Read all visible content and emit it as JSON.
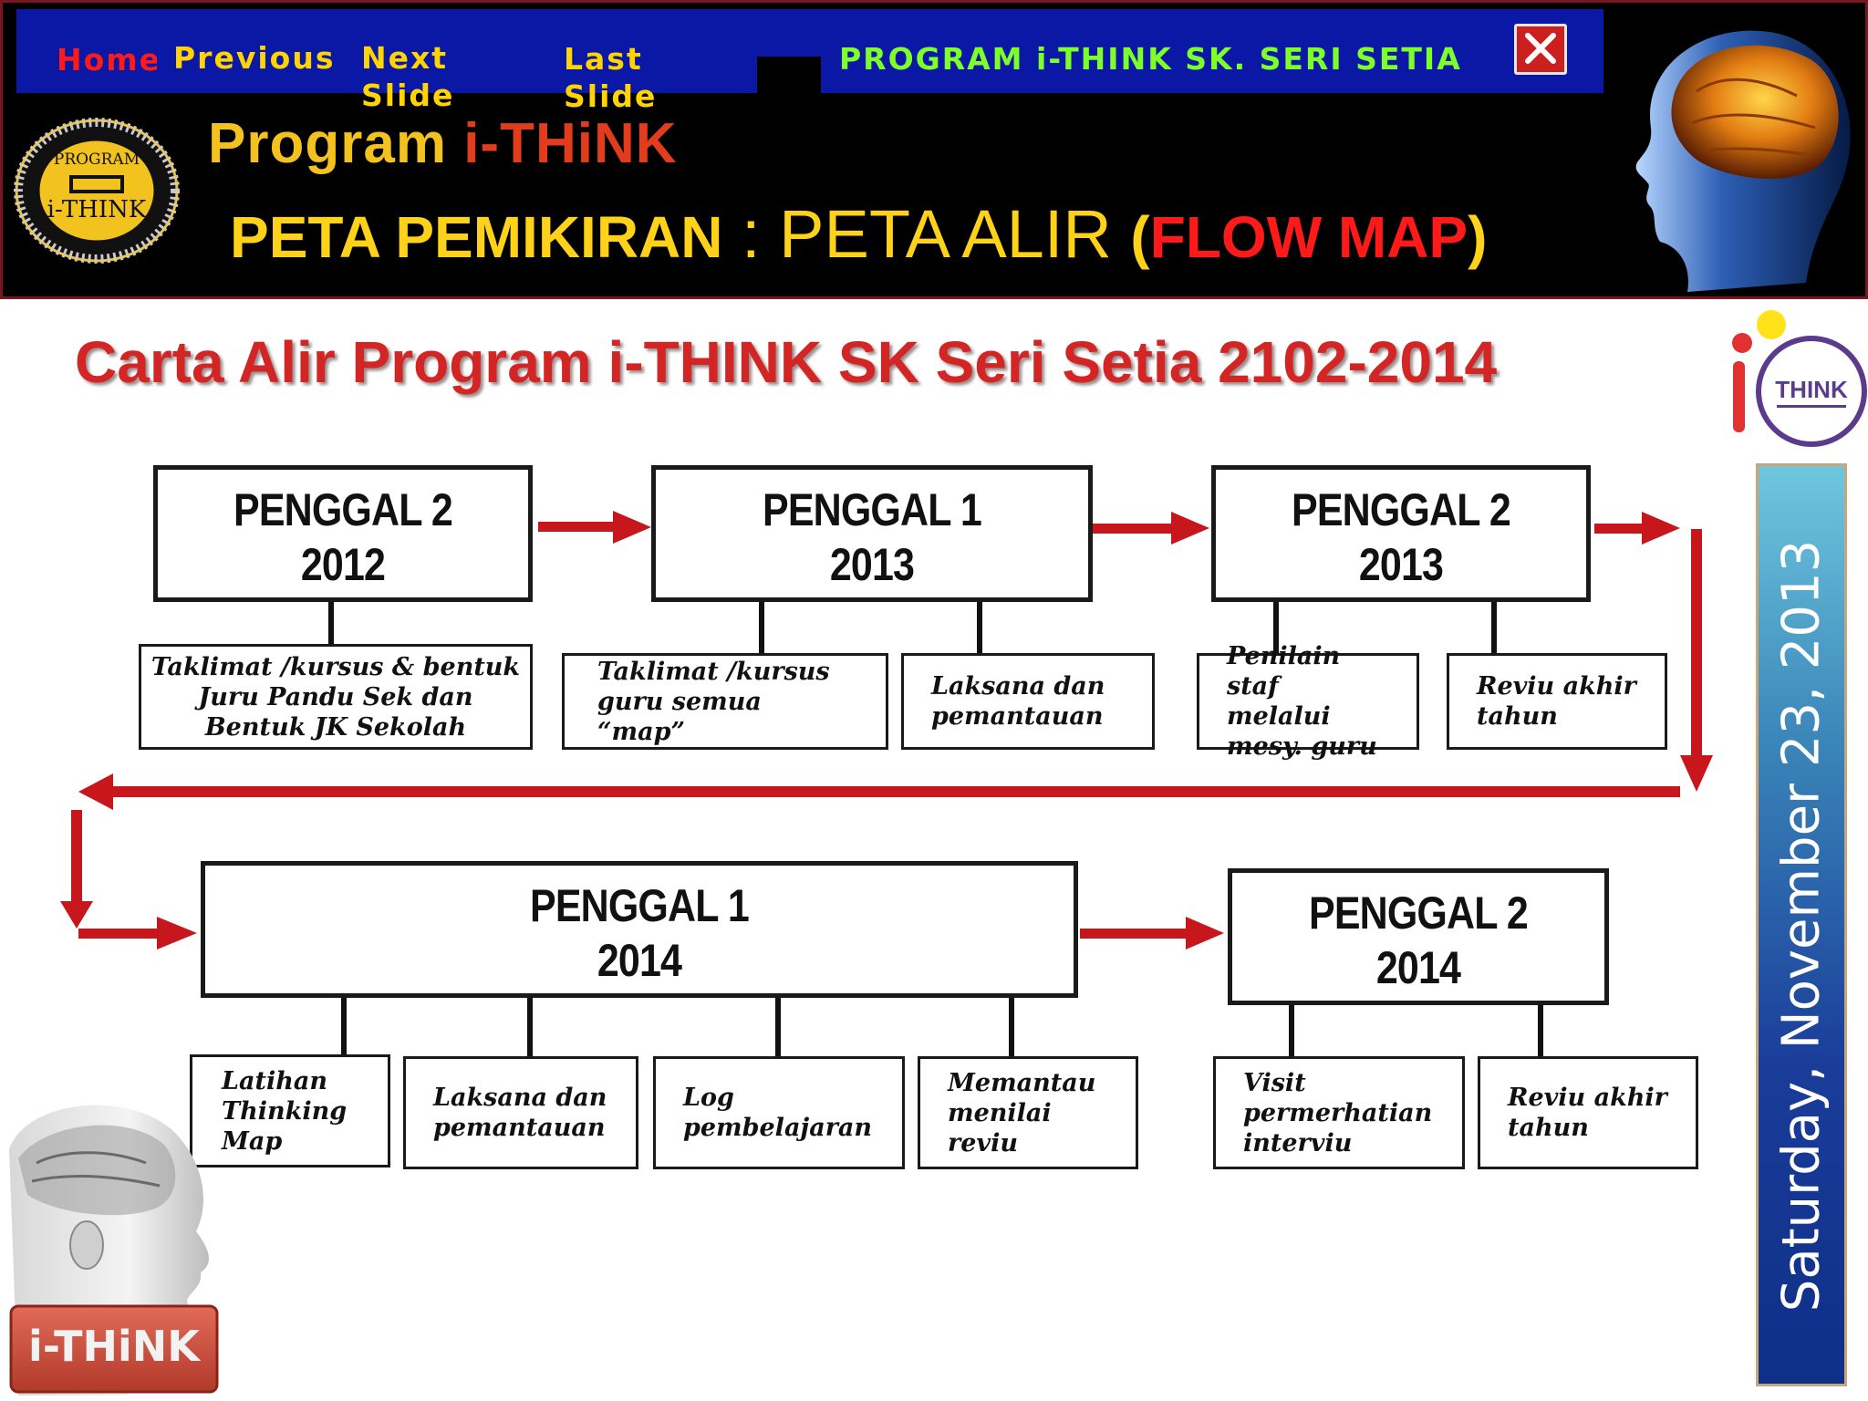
{
  "nav": {
    "home": "Home",
    "previous": "Previous",
    "next": "Next Slide",
    "last": "Last Slide",
    "program": "PROGRAM i-THINK  SK. SERI SETIA"
  },
  "header": {
    "badge_text": "PROGRAM i-THINK",
    "program_word": "Program ",
    "ithink_word": "i-THiNK",
    "peta_a": "PETA PEMIKIRAN",
    "peta_b": " : PETA ALIR ",
    "peta_paren_open": "(",
    "peta_c": "FLOW MAP",
    "peta_paren_close": ")"
  },
  "diagram": {
    "title": "Carta Alir Program i-THINK SK Seri Setia 2102-2014",
    "logo_text": "THINK",
    "stages": [
      {
        "term": "PENGGAL 2",
        "year": "2012",
        "tasks": [
          "Taklimat /kursus & bentuk Juru Pandu Sek dan Bentuk JK Sekolah"
        ]
      },
      {
        "term": "PENGGAL 1",
        "year": "2013",
        "tasks": [
          "Taklimat /kursus guru semua “map”",
          "Laksana dan pemantauan"
        ]
      },
      {
        "term": "PENGGAL 2",
        "year": "2013",
        "tasks": [
          "Penilain staf melalui mesy. guru",
          "Reviu akhir tahun"
        ]
      },
      {
        "term": "PENGGAL 1",
        "year": "2014",
        "tasks": [
          "Latihan Thinking Map",
          "Laksana dan pemantauan",
          "Log pembelajaran",
          "Memantau menilai reviu"
        ]
      },
      {
        "term": "PENGGAL 2",
        "year": "2014",
        "tasks": [
          "Visit permerhatian interviu",
          "Reviu akhir tahun"
        ]
      }
    ]
  },
  "sidebar": {
    "date": "Saturday, November 23, 2013"
  },
  "footer": {
    "ithink_badge": "i-THiNK"
  },
  "colors": {
    "arrow": "#c8161d",
    "nav_bg": "#0b18a5",
    "header_border": "#7a1624",
    "title_red": "#d42525"
  }
}
